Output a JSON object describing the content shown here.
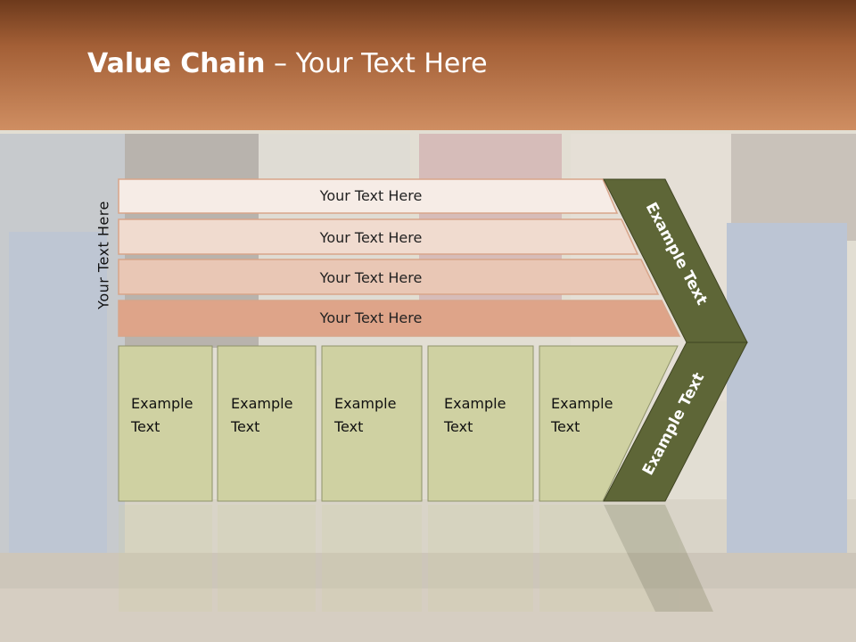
{
  "title": {
    "bold": "Value Chain",
    "rest": " – Your Text Here"
  },
  "side_label": "Your Text Here",
  "support_rows": [
    "Your Text Here",
    "Your Text Here",
    "Your Text Here",
    "Your Text Here"
  ],
  "primary_boxes": [
    "Example Text",
    "Example Text",
    "Example Text",
    "Example Text",
    "Example Text"
  ],
  "arrow_labels": {
    "upper": "Example Text",
    "lower": "Example Text"
  },
  "colors": {
    "row_fills": [
      "#f6ece6",
      "#f0dbcf",
      "#e9c7b5",
      "#dea489"
    ],
    "box_fill": "#cfd1a2",
    "arrow_fill": "#5e6637",
    "header": "#a35f36"
  }
}
